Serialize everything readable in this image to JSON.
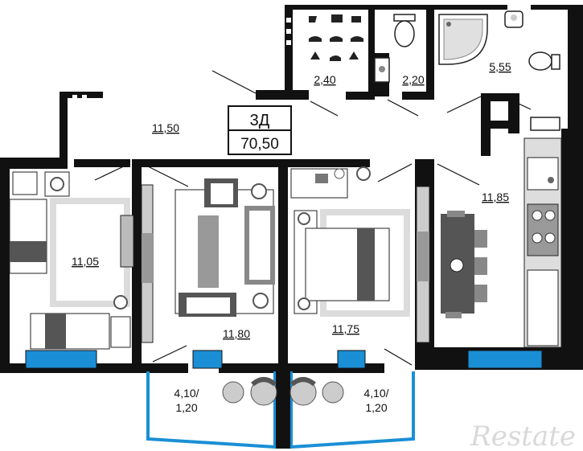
{
  "plan": {
    "apartment_type": "3Д",
    "total_area": "70,50",
    "rooms": [
      {
        "key": "storage",
        "area": "2,40"
      },
      {
        "key": "toilet",
        "area": "2,20"
      },
      {
        "key": "bathroom",
        "area": "5,55"
      },
      {
        "key": "hall",
        "area": "11,50"
      },
      {
        "key": "bedroom-left",
        "area": "11,05"
      },
      {
        "key": "living",
        "area": "11,80"
      },
      {
        "key": "bedroom-right",
        "area": "11,75"
      },
      {
        "key": "kitchen",
        "area": "11,85"
      }
    ],
    "balconies": [
      {
        "key": "left",
        "area_top": "4,10/",
        "area_bottom": "1,20"
      },
      {
        "key": "right",
        "area_top": "4,10/",
        "area_bottom": "1,20"
      }
    ]
  },
  "watermark": "Restate",
  "colors": {
    "wall": "#111111",
    "window": "#1a8fd6",
    "furniture_dark": "#555555",
    "furniture_light": "#cfcfcf",
    "rug": "#dcdcdc"
  }
}
